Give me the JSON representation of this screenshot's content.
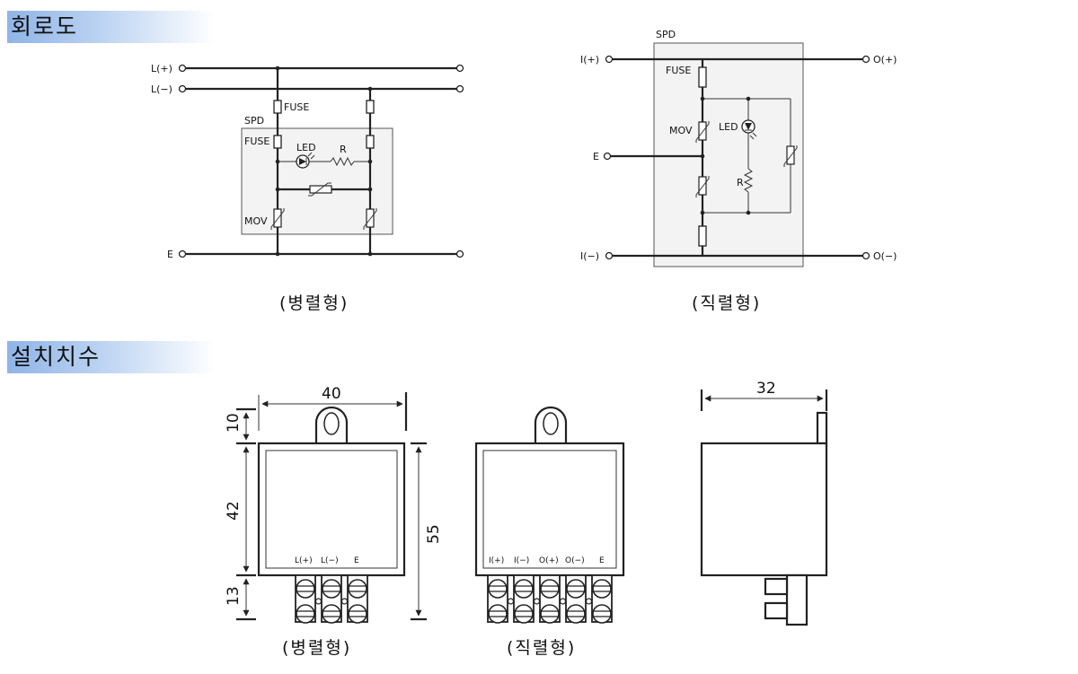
{
  "sections": {
    "circuit_title": "회로도",
    "dimensions_title": "설치치수"
  },
  "parallel_circuit": {
    "line_plus": "L(+)",
    "line_minus": "L(−)",
    "earth": "E",
    "spd": "SPD",
    "fuse_top": "FUSE",
    "fuse_inner": "FUSE",
    "led": "LED",
    "resistor": "R",
    "mov": "MOV",
    "caption": "(병렬형)",
    "caption_color": "#3a5fb0"
  },
  "series_circuit": {
    "spd": "SPD",
    "in_plus": "I(+)",
    "out_plus": "O(+)",
    "in_minus": "I(−)",
    "out_minus": "O(−)",
    "earth": "E",
    "fuse": "FUSE",
    "mov": "MOV",
    "led": "LED",
    "resistor": "R",
    "caption": "(직렬형)",
    "caption_color": "#e04a4a"
  },
  "parallel_dimensions": {
    "width": "40",
    "top": "10",
    "body": "42",
    "bottom": "13",
    "total": "55",
    "terminals": [
      "L(+)",
      "L(−)",
      "E"
    ],
    "caption": "(병렬형)"
  },
  "series_dimensions": {
    "terminals": [
      "I(+)",
      "I(−)",
      "O(+)",
      "O(−)",
      "E"
    ],
    "caption": "(직렬형)"
  },
  "side_view": {
    "depth": "32"
  }
}
